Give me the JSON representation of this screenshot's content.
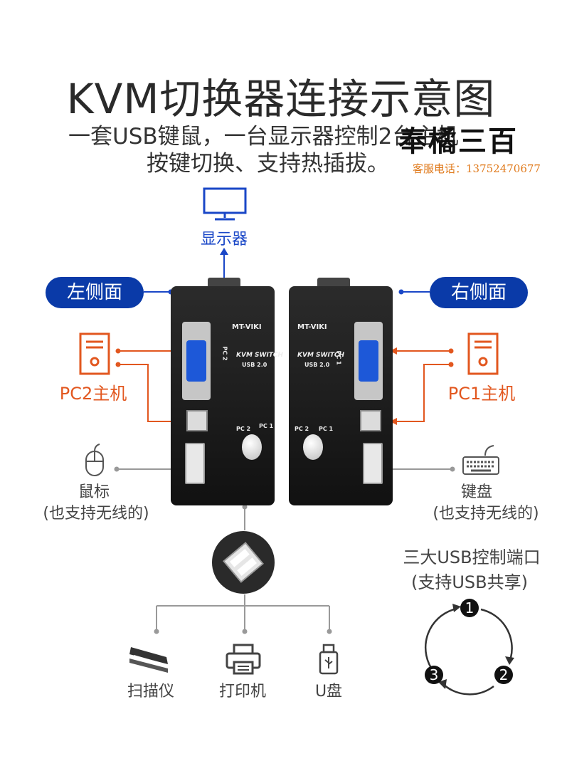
{
  "header": {
    "title": "KVM切换器连接示意图",
    "subtitle_line1": "一套USB键鼠，一台显示器控制2台主机",
    "subtitle_line2": "按键切换、支持热插拔。"
  },
  "watermark": {
    "brand": "奉橘三百",
    "phone": "客服电话：13752470677"
  },
  "labels": {
    "monitor": "显示器",
    "left_side": "左侧面",
    "right_side": "右侧面",
    "pc2": "PC2主机",
    "pc1": "PC1主机",
    "mouse": "鼠标",
    "mouse_note": "(也支持无线的)",
    "keyboard": "键盘",
    "keyboard_note": "(也支持无线的)",
    "usb_ports_title": "三大USB控制端口",
    "usb_ports_note": "(支持USB共享)",
    "scanner": "扫描仪",
    "printer": "打印机",
    "udisk": "U盘"
  },
  "device": {
    "brand": "MT-VIKI",
    "model": "KVM SWITCH",
    "usb_version": "USB 2.0",
    "port_pc1": "PC 1",
    "port_pc2": "PC 2"
  },
  "cycle": {
    "steps": [
      "1",
      "2",
      "3"
    ]
  },
  "colors": {
    "accent_blue": "#0a3aa8",
    "accent_orange": "#e2571f",
    "line_gray": "#999999"
  },
  "icons": [
    "monitor-icon",
    "pc-tower-icon",
    "mouse-icon",
    "keyboard-icon",
    "usb-port-icon",
    "scanner-icon",
    "printer-icon",
    "usb-drive-icon"
  ]
}
